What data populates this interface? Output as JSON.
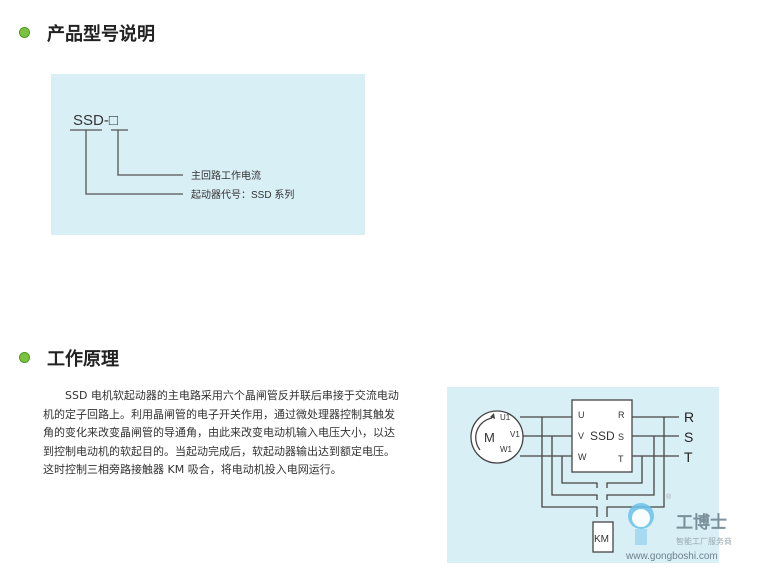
{
  "section1": {
    "title": "产品型号说明",
    "model": "SSD-□",
    "label_current": "主回路工作电流",
    "label_series": "起动器代号：SSD 系列"
  },
  "section2": {
    "title": "工作原理",
    "paragraph": "SSD 电机软起动器的主电路采用六个晶闸管反并联后串接于交流电动机的定子回路上。利用晶闸管的电子开关作用，通过微处理器控制其触发角的变化来改变晶闸管的导通角，由此来改变电动机输入电压大小，以达到控制电动机的软起目的。当起动完成后，软起动器输出达到额定电压。这时控制三相旁路接触器 KM 吸合，将电动机投入电网运行。"
  },
  "diagram": {
    "motor": "M",
    "motor_terminals": [
      "U1",
      "V1",
      "W1"
    ],
    "ssd": "SSD",
    "ssd_inputs": [
      "U",
      "V",
      "W"
    ],
    "ssd_outputs": [
      "R",
      "S",
      "T"
    ],
    "lines": [
      "R",
      "S",
      "T"
    ],
    "contactor": "KM"
  },
  "watermark": {
    "brand": "工博士",
    "slogan": "智能工厂服务商",
    "url": "www.gongboshi.com",
    "reg": "®"
  }
}
